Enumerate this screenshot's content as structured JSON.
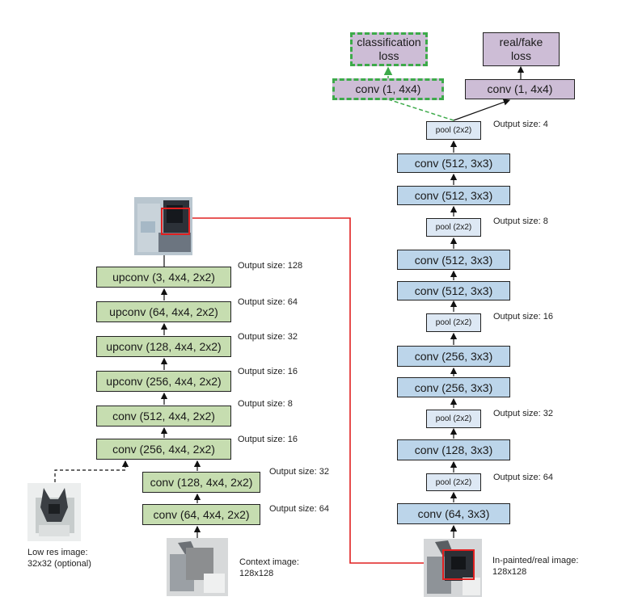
{
  "generator": {
    "layers": [
      {
        "label": "upconv (3, 4x4, 2x2)",
        "output": "Output size: 128"
      },
      {
        "label": "upconv (64, 4x4, 2x2)",
        "output": "Output size: 64"
      },
      {
        "label": "upconv (128, 4x4, 2x2)",
        "output": "Output size: 32"
      },
      {
        "label": "upconv (256, 4x4, 2x2)",
        "output": "Output size: 16"
      },
      {
        "label": "conv (512, 4x4, 2x2)",
        "output": "Output size: 8"
      },
      {
        "label": "conv (256, 4x4, 2x2)",
        "output": "Output size: 16"
      }
    ],
    "context_layers": [
      {
        "label": "conv (128, 4x4, 2x2)",
        "output": "Output size: 32"
      },
      {
        "label": "conv (64, 4x4, 2x2)",
        "output": "Output size: 64"
      }
    ],
    "low_res_caption_line1": "Low res image:",
    "low_res_caption_line2": "32x32 (optional)",
    "context_caption_line1": "Context image:",
    "context_caption_line2": "128x128"
  },
  "discriminator": {
    "heads": {
      "classification_line1": "classification",
      "classification_line2": "loss",
      "realfake_line1": "real/fake",
      "realfake_line2": "loss",
      "conv_left": "conv (1, 4x4)",
      "conv_right": "conv (1, 4x4)"
    },
    "layers": [
      {
        "label": "pool (2x2)",
        "output": "Output size: 4"
      },
      {
        "label": "conv (512, 3x3)"
      },
      {
        "label": "conv (512, 3x3)"
      },
      {
        "label": "pool (2x2)",
        "output": "Output size: 8"
      },
      {
        "label": "conv (512, 3x3)"
      },
      {
        "label": "conv (512, 3x3)"
      },
      {
        "label": "pool (2x2)",
        "output": "Output size: 16"
      },
      {
        "label": "conv (256, 3x3)"
      },
      {
        "label": "conv (256, 3x3)"
      },
      {
        "label": "pool (2x2)",
        "output": "Output size: 32"
      },
      {
        "label": "conv (128, 3x3)"
      },
      {
        "label": "pool (2x2)",
        "output": "Output size: 64"
      },
      {
        "label": "conv (64, 3x3)"
      }
    ],
    "input_caption_line1": "In-painted/real image:",
    "input_caption_line2": "128x128"
  },
  "colors": {
    "generator_box": "#c6ddb0",
    "discriminator_conv": "#bcd5ea",
    "discriminator_pool": "#dde8f4",
    "loss_box": "#cdbdd6",
    "highlight_red": "#e02020",
    "aux_green": "#3daa4a"
  }
}
